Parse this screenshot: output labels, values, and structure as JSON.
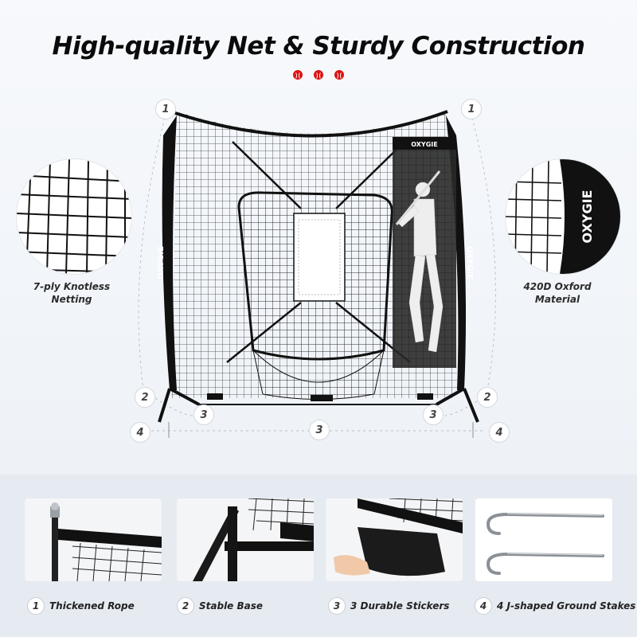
{
  "headline": "High-quality Net & Sturdy Construction",
  "brand_text": "OXYGIE",
  "callouts": {
    "left_line1": "7-ply Knotless",
    "left_line2": "Netting",
    "right_line1": "420D Oxford",
    "right_line2": "Material"
  },
  "diagram_numbers": [
    "1",
    "1",
    "2",
    "2",
    "3",
    "3",
    "3",
    "4",
    "4"
  ],
  "features": [
    {
      "number": "1",
      "label": "Thickened Rope"
    },
    {
      "number": "2",
      "label": "Stable Base"
    },
    {
      "number": "3",
      "label": "3 Durable Stickers"
    },
    {
      "number": "4",
      "label": "4 J-shaped Ground Stakes"
    }
  ],
  "colors": {
    "accent_red": "#d11111",
    "frame_black": "#111111",
    "background": "#eef2f7"
  }
}
